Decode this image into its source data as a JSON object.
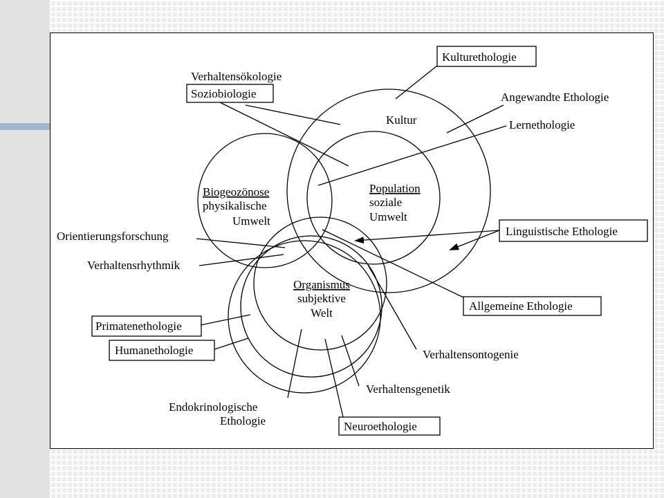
{
  "diagram": {
    "circle_labels": {
      "kultur": "Kultur",
      "population": [
        "Population",
        "soziale",
        "Umwelt"
      ],
      "biogeo": [
        "Biogeozönose",
        "physikalische",
        "Umwelt"
      ],
      "organismus": [
        "Organismus",
        "subjektive",
        "Welt"
      ]
    },
    "terms": {
      "kulturethologie": "Kulturethologie",
      "verhaltensoekologie": "Verhaltensökologie",
      "soziobiologie": "Soziobiologie",
      "angewandte": "Angewandte Ethologie",
      "lernethologie": "Lernethologie",
      "orientierung": "Orientierungsforschung",
      "rhythmik": "Verhaltensrhythmik",
      "linguistische": "Linguistische Ethologie",
      "allgemeine": "Allgemeine Ethologie",
      "primaten": "Primatenethologie",
      "human": "Humanethologie",
      "ontogenie": "Verhaltensontogenie",
      "genetik": "Verhaltensgenetik",
      "endokrin": [
        "Endokrinologische",
        "Ethologie"
      ],
      "neuro": "Neuroethologie"
    }
  }
}
